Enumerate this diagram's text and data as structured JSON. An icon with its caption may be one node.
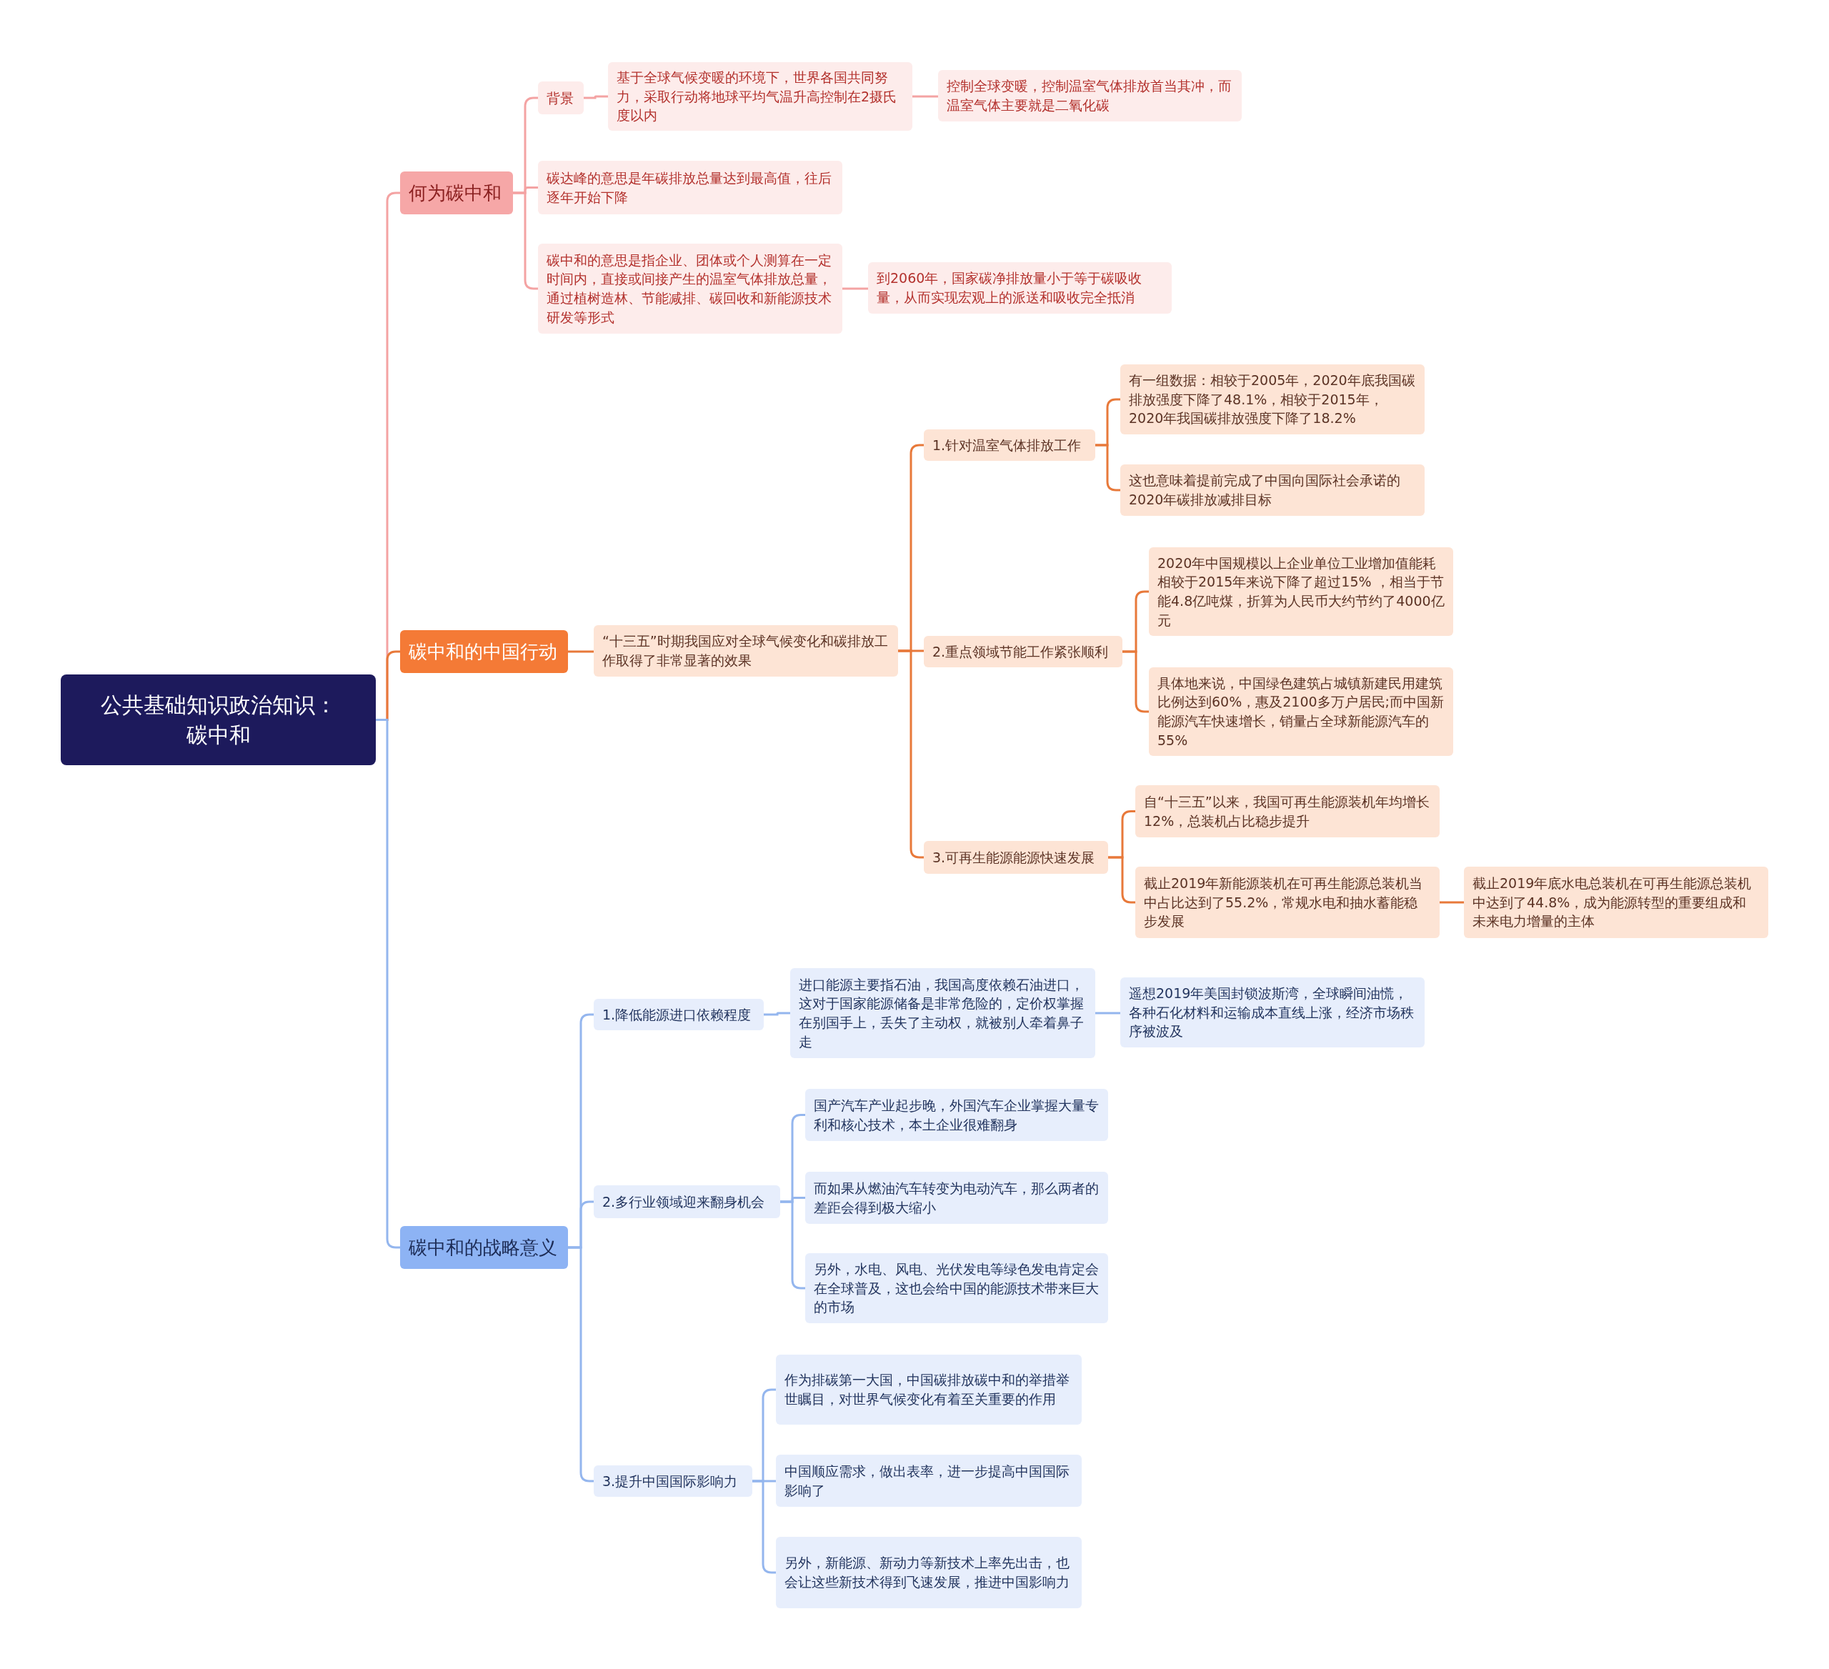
{
  "diagram": {
    "nodes": [
      {
        "text": [
          "公共基础知识政治知识：碳中和"
        ]
      },
      {
        "text": [
          "何为碳中和"
        ]
      },
      {
        "text": [
          "背景"
        ]
      },
      {
        "text": [
          "基于全球气候变暖的环境下，世界各国共同努力，采取行动将地球平均气温升高控制在2摄氏度以内"
        ]
      },
      {
        "text": [
          "控制全球变暖，控制温室气体排放首当其冲，而温室气体主要就是二氧化碳"
        ]
      },
      {
        "text": [
          "碳达峰的意思是年碳排放总量达到最高值，往后逐年开始下降"
        ]
      },
      {
        "text": [
          "碳中和的意思是指企业、团体或个人测算在一定时间内，直接或间接产生的温室气体排放总量，通过植树造林、节能减排、碳回收和新能源技术研发等形式"
        ]
      },
      {
        "text": [
          "到2060年，国家碳净排放量小于等于碳吸收量，从而实现宏观上的派送和吸收完全抵消"
        ]
      },
      {
        "text": [
          "碳中和的中国行动"
        ]
      },
      {
        "text": [
          "“十三五”时期我国应对全球气候变化和碳排放工作取得了非常显著的效果"
        ]
      },
      {
        "text": [
          "1.针对温室气体排放工作"
        ]
      },
      {
        "text": [
          "有一组数据：相较于2005年，2020年底我国碳排放强度下降了48.1%，相较于2015年，2020年我国碳排放强度下降了18.2%"
        ]
      },
      {
        "text": [
          "这也意味着提前完成了中国向国际社会承诺的2020年碳排放减排目标"
        ]
      },
      {
        "text": [
          "2.重点领域节能工作紧张顺利"
        ]
      },
      {
        "text": [
          "2020年中国规模以上企业单位工业增加值能耗相较于2015年来说下降了超过15% ，相当于节能4.8亿吨煤，折算为人民币大约节约了4000亿元"
        ]
      },
      {
        "text": [
          "具体地来说，中国绿色建筑占城镇新建民用建筑比例达到60%，惠及2100多万户居民;而中国新能源汽车快速增长，销量占全球新能源汽车的55%"
        ]
      },
      {
        "text": [
          "3.可再生能源能源快速发展"
        ]
      },
      {
        "text": [
          "自“十三五”以来，我国可再生能源装机年均增长12%，总装机占比稳步提升"
        ]
      },
      {
        "text": [
          "截止2019年新能源装机在可再生能源总装机当中占比达到了55.2%，常规水电和抽水蓄能稳步发展"
        ]
      },
      {
        "text": [
          "截止2019年底水电总装机在可再生能源总装机中达到了44.8%，成为能源转型的重要组成和未来电力增量的主体"
        ]
      },
      {
        "text": [
          "碳中和的战略意义"
        ]
      },
      {
        "text": [
          "1.降低能源进口依赖程度"
        ]
      },
      {
        "text": [
          "进口能源主要指石油，我国高度依赖石油进口，这对于国家能源储备是非常危险的，定价权掌握在别国手上，丢失了主动权，就被别人牵着鼻子走"
        ]
      },
      {
        "text": [
          "遥想2019年美国封锁波斯湾，全球瞬间油慌，各种石化材料和运输成本直线上涨，经济市场秩序被波及"
        ]
      },
      {
        "text": [
          "2.多行业领域迎来翻身机会"
        ]
      },
      {
        "text": [
          "国产汽车产业起步晚，外国汽车企业掌握大量专利和核心技术，本土企业很难翻身"
        ]
      },
      {
        "text": [
          "而如果从燃油汽车转变为电动汽车，那么两者的差距会得到极大缩小"
        ]
      },
      {
        "text": [
          "另外，水电、风电、光伏发电等绿色发电肯定会在全球普及，这也会给中国的能源技术带来巨大的市场"
        ]
      },
      {
        "text": [
          "3.提升中国国际影响力"
        ]
      },
      {
        "text": [
          "作为排碳第一大国，中国碳排放碳中和的举措举世瞩目，对世界气候变化有着至关重要的作用"
        ]
      },
      {
        "text": [
          "中国顺应需求，做出表率，进一步提高中国国际影响了"
        ]
      },
      {
        "text": [
          "另外，新能源、新动力等新技术上率先出击，也会让这些新技术得到飞速发展，推进中国影响力"
        ]
      }
    ],
    "edges": [
      {
        "from": 0,
        "to": 1,
        "arrow": "none",
        "color": "#f4a3a3"
      },
      {
        "from": 1,
        "to": 2,
        "arrow": "none",
        "color": "#f4a3a3"
      },
      {
        "from": 2,
        "to": 3,
        "arrow": "none",
        "color": "#f4a3a3"
      },
      {
        "from": 3,
        "to": 4,
        "arrow": "none",
        "color": "#f4a3a3"
      },
      {
        "from": 1,
        "to": 5,
        "arrow": "none",
        "color": "#f4a3a3"
      },
      {
        "from": 1,
        "to": 6,
        "arrow": "none",
        "color": "#f4a3a3"
      },
      {
        "from": 6,
        "to": 7,
        "arrow": "none",
        "color": "#f4a3a3"
      },
      {
        "from": 0,
        "to": 8,
        "arrow": "none",
        "color": "#e8793a"
      },
      {
        "from": 8,
        "to": 9,
        "arrow": "none",
        "color": "#e8793a"
      },
      {
        "from": 9,
        "to": 10,
        "arrow": "none",
        "color": "#e8793a"
      },
      {
        "from": 10,
        "to": 11,
        "arrow": "none",
        "color": "#e8793a"
      },
      {
        "from": 10,
        "to": 12,
        "arrow": "none",
        "color": "#e8793a"
      },
      {
        "from": 9,
        "to": 13,
        "arrow": "none",
        "color": "#e8793a"
      },
      {
        "from": 13,
        "to": 14,
        "arrow": "none",
        "color": "#e8793a"
      },
      {
        "from": 13,
        "to": 15,
        "arrow": "none",
        "color": "#e8793a"
      },
      {
        "from": 9,
        "to": 16,
        "arrow": "none",
        "color": "#e8793a"
      },
      {
        "from": 16,
        "to": 17,
        "arrow": "none",
        "color": "#e8793a"
      },
      {
        "from": 16,
        "to": 18,
        "arrow": "none",
        "color": "#e8793a"
      },
      {
        "from": 18,
        "to": 19,
        "arrow": "none",
        "color": "#e8793a"
      },
      {
        "from": 0,
        "to": 20,
        "arrow": "none",
        "color": "#94b6ee"
      },
      {
        "from": 20,
        "to": 21,
        "arrow": "none",
        "color": "#94b6ee"
      },
      {
        "from": 21,
        "to": 22,
        "arrow": "none",
        "color": "#94b6ee"
      },
      {
        "from": 22,
        "to": 23,
        "arrow": "none",
        "color": "#94b6ee"
      },
      {
        "from": 20,
        "to": 24,
        "arrow": "none",
        "color": "#94b6ee"
      },
      {
        "from": 24,
        "to": 25,
        "arrow": "none",
        "color": "#94b6ee"
      },
      {
        "from": 24,
        "to": 26,
        "arrow": "none",
        "color": "#94b6ee"
      },
      {
        "from": 24,
        "to": 27,
        "arrow": "none",
        "color": "#94b6ee"
      },
      {
        "from": 20,
        "to": 28,
        "arrow": "none",
        "color": "#94b6ee"
      },
      {
        "from": 28,
        "to": 29,
        "arrow": "none",
        "color": "#94b6ee"
      },
      {
        "from": 28,
        "to": 30,
        "arrow": "none",
        "color": "#94b6ee"
      },
      {
        "from": 28,
        "to": 31,
        "arrow": "none",
        "color": "#94b6ee"
      }
    ]
  }
}
